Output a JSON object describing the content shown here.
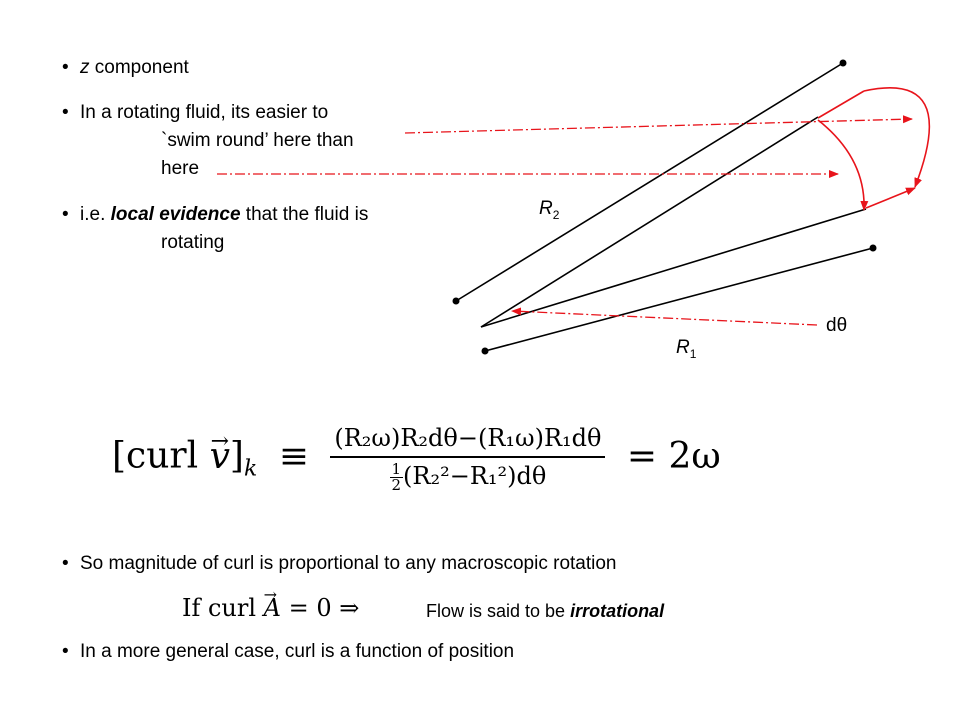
{
  "bullets": {
    "b1_symbol": "•",
    "b1_italic": "z",
    "b1_text": " component",
    "b2_line1": "In a rotating fluid, its easier to",
    "b2_line2": "`swim round’ here than",
    "b2_line3": "here",
    "b3_prefix": "i.e. ",
    "b3_emph": "local evidence",
    "b3_suffix": " that the fluid is",
    "b3_line2": "rotating",
    "b4_text": "So magnitude of curl is proportional to any macroscopic rotation",
    "b5_text": "In a more general case, curl is a function of position",
    "bullet_char": "•"
  },
  "diagram": {
    "r2_base": "R",
    "r2_sub": "2",
    "r1_base": "R",
    "r1_sub": "1",
    "dtheta": "dθ",
    "line_color": "#000000",
    "arrow_color": "#e8141b"
  },
  "equation": {
    "lhs_open": "[curl ",
    "lhs_vec": "v",
    "lhs_close": "]",
    "lhs_sub": "k",
    "equiv": "≡",
    "num": "(R₂ω)R₂dθ−(R₁ω)R₁dθ",
    "den_half_n": "1",
    "den_half_d": "2",
    "den_rest": "(R₂²−R₁²)dθ",
    "rhs": "= 2ω"
  },
  "irrotational": {
    "math": "If curl A = 0 ⇒",
    "math_if": "If curl ",
    "math_vec": "A",
    "math_tail": " = 0 ⇒",
    "text_prefix": "Flow is said to be ",
    "text_emph": "irrotational"
  }
}
